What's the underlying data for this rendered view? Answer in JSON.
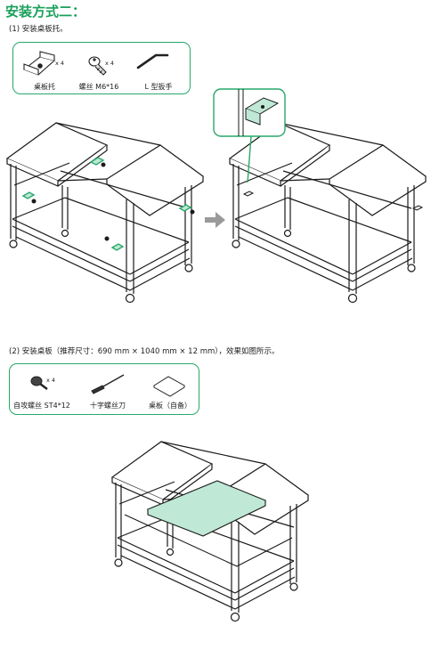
{
  "title": "安装方式二：",
  "step1": {
    "text": "(1) 安装桌板托。",
    "parts": [
      {
        "label": "桌板托",
        "qty": "x 4",
        "icon": "tray-bracket-icon"
      },
      {
        "label": "螺丝 M6*16",
        "qty": "x 4",
        "icon": "bolt-icon"
      },
      {
        "label": "L 型扳手",
        "qty": "",
        "icon": "hex-key-icon"
      }
    ]
  },
  "step2": {
    "text": "(2) 安装桌板（推荐尺寸：690 mm × 1040 mm × 12 mm），效果如图所示。",
    "parts": [
      {
        "label": "自攻螺丝 ST4*12",
        "qty": "x 4",
        "icon": "self-tapping-screw-icon"
      },
      {
        "label": "十字螺丝刀",
        "qty": "",
        "icon": "screwdriver-icon"
      },
      {
        "label": "桌板（自备）",
        "qty": "",
        "icon": "board-icon"
      }
    ]
  },
  "colors": {
    "accent": "#1aa05a",
    "box_border": "#27a86a",
    "highlight": "#bfe8d6"
  }
}
